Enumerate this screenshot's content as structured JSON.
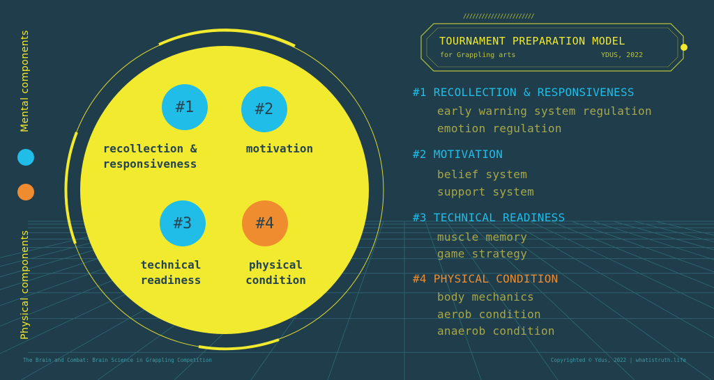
{
  "side_labels": {
    "mental": "Mental components",
    "physical": "Physical components"
  },
  "colors": {
    "background": "#1f3d4a",
    "yellow": "#f2ea2e",
    "blue": "#1fbde8",
    "orange": "#ef8c2f",
    "olive": "#a7a84d",
    "grid": "#2e6170"
  },
  "circle": {
    "items": [
      {
        "badge": "#1",
        "label_lines": [
          "recollection &",
          "responsiveness"
        ],
        "color": "blue"
      },
      {
        "badge": "#2",
        "label_lines": [
          "motivation"
        ],
        "color": "blue"
      },
      {
        "badge": "#3",
        "label_lines": [
          "technical",
          "readiness"
        ],
        "color": "blue"
      },
      {
        "badge": "#4",
        "label_lines": [
          "physical",
          "condition"
        ],
        "color": "orange"
      }
    ]
  },
  "header": {
    "title": "TOURNAMENT PREPARATION MODEL",
    "subtitle": "for Grappling arts",
    "author_year": "YDUS, 2022",
    "hatch": "///////////////////////"
  },
  "sections": [
    {
      "heading": "#1 RECOLLECTION & RESPONSIVENESS",
      "color": "blue",
      "items": [
        "early warning system regulation",
        "emotion regulation"
      ]
    },
    {
      "heading": "#2 MOTIVATION",
      "color": "blue",
      "items": [
        "belief system",
        "support system"
      ]
    },
    {
      "heading": "#3 TECHNICAL READINESS",
      "color": "blue",
      "items": [
        "muscle memory",
        "game strategy"
      ]
    },
    {
      "heading": "#4 PHYSICAL CONDITION",
      "color": "orange",
      "items": [
        "body mechanics",
        "aerob condition",
        "anaerob condition"
      ]
    }
  ],
  "footer": {
    "left": "The Brain and Combat: Brain Science in Grappling Competition",
    "right": "Copyrighted © Ydus, 2022 | whatistruth.life"
  }
}
